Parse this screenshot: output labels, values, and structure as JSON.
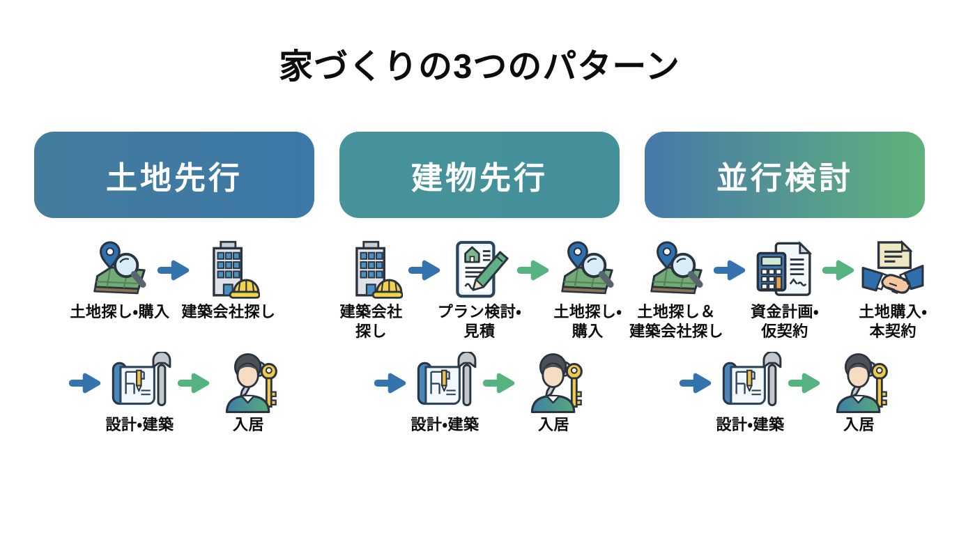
{
  "title": "家づくりの3つのパターン",
  "colors": {
    "background": "#ffffff",
    "text": "#0c0c0c",
    "arrow_blue": "#3473ae",
    "arrow_green": "#55b380"
  },
  "columns": [
    {
      "id": "land-first",
      "header": "土地先行",
      "header_colors": [
        "#447c9c",
        "#3c78a8"
      ],
      "rows": [
        [
          {
            "type": "step",
            "icon": "map-search",
            "label": "土地探し・購入"
          },
          {
            "type": "arrow",
            "color": "blue"
          },
          {
            "type": "step",
            "icon": "building-helmet",
            "label": "建築会社探し"
          }
        ],
        [
          {
            "type": "arrow",
            "color": "blue"
          },
          {
            "type": "step",
            "icon": "blueprint-wrench",
            "label": "設計・建築"
          },
          {
            "type": "arrow",
            "color": "green"
          },
          {
            "type": "step",
            "icon": "person-key",
            "label": "入居"
          }
        ]
      ]
    },
    {
      "id": "building-first",
      "header": "建物先行",
      "header_colors": [
        "#47939b",
        "#43909b"
      ],
      "rows": [
        [
          {
            "type": "step",
            "icon": "building-helmet",
            "label": "建築会社\n探し"
          },
          {
            "type": "arrow",
            "color": "blue"
          },
          {
            "type": "step",
            "icon": "document-pen",
            "label": "プラン検討・\n見積"
          },
          {
            "type": "arrow",
            "color": "green"
          },
          {
            "type": "step",
            "icon": "map-search",
            "label": "土地探し・\n購入"
          }
        ],
        [
          {
            "type": "arrow",
            "color": "blue"
          },
          {
            "type": "step",
            "icon": "blueprint-wrench",
            "label": "設計・建築"
          },
          {
            "type": "arrow",
            "color": "green"
          },
          {
            "type": "step",
            "icon": "person-key",
            "label": "入居"
          }
        ]
      ]
    },
    {
      "id": "parallel",
      "header": "並行検討",
      "header_colors": [
        "#4779a8",
        "#5fb27b"
      ],
      "rows": [
        [
          {
            "type": "step",
            "icon": "map-search",
            "label": "土地探し＆\n建築会社探し"
          },
          {
            "type": "arrow",
            "color": "blue"
          },
          {
            "type": "step",
            "icon": "calculator-document",
            "label": "資金計画・\n仮契約"
          },
          {
            "type": "arrow",
            "color": "green"
          },
          {
            "type": "step",
            "icon": "handshake",
            "label": "土地購入・\n本契約"
          }
        ],
        [
          {
            "type": "arrow",
            "color": "blue"
          },
          {
            "type": "step",
            "icon": "blueprint-wrench",
            "label": "設計・建築"
          },
          {
            "type": "arrow",
            "color": "green"
          },
          {
            "type": "step",
            "icon": "person-key",
            "label": "入居"
          }
        ]
      ]
    }
  ]
}
